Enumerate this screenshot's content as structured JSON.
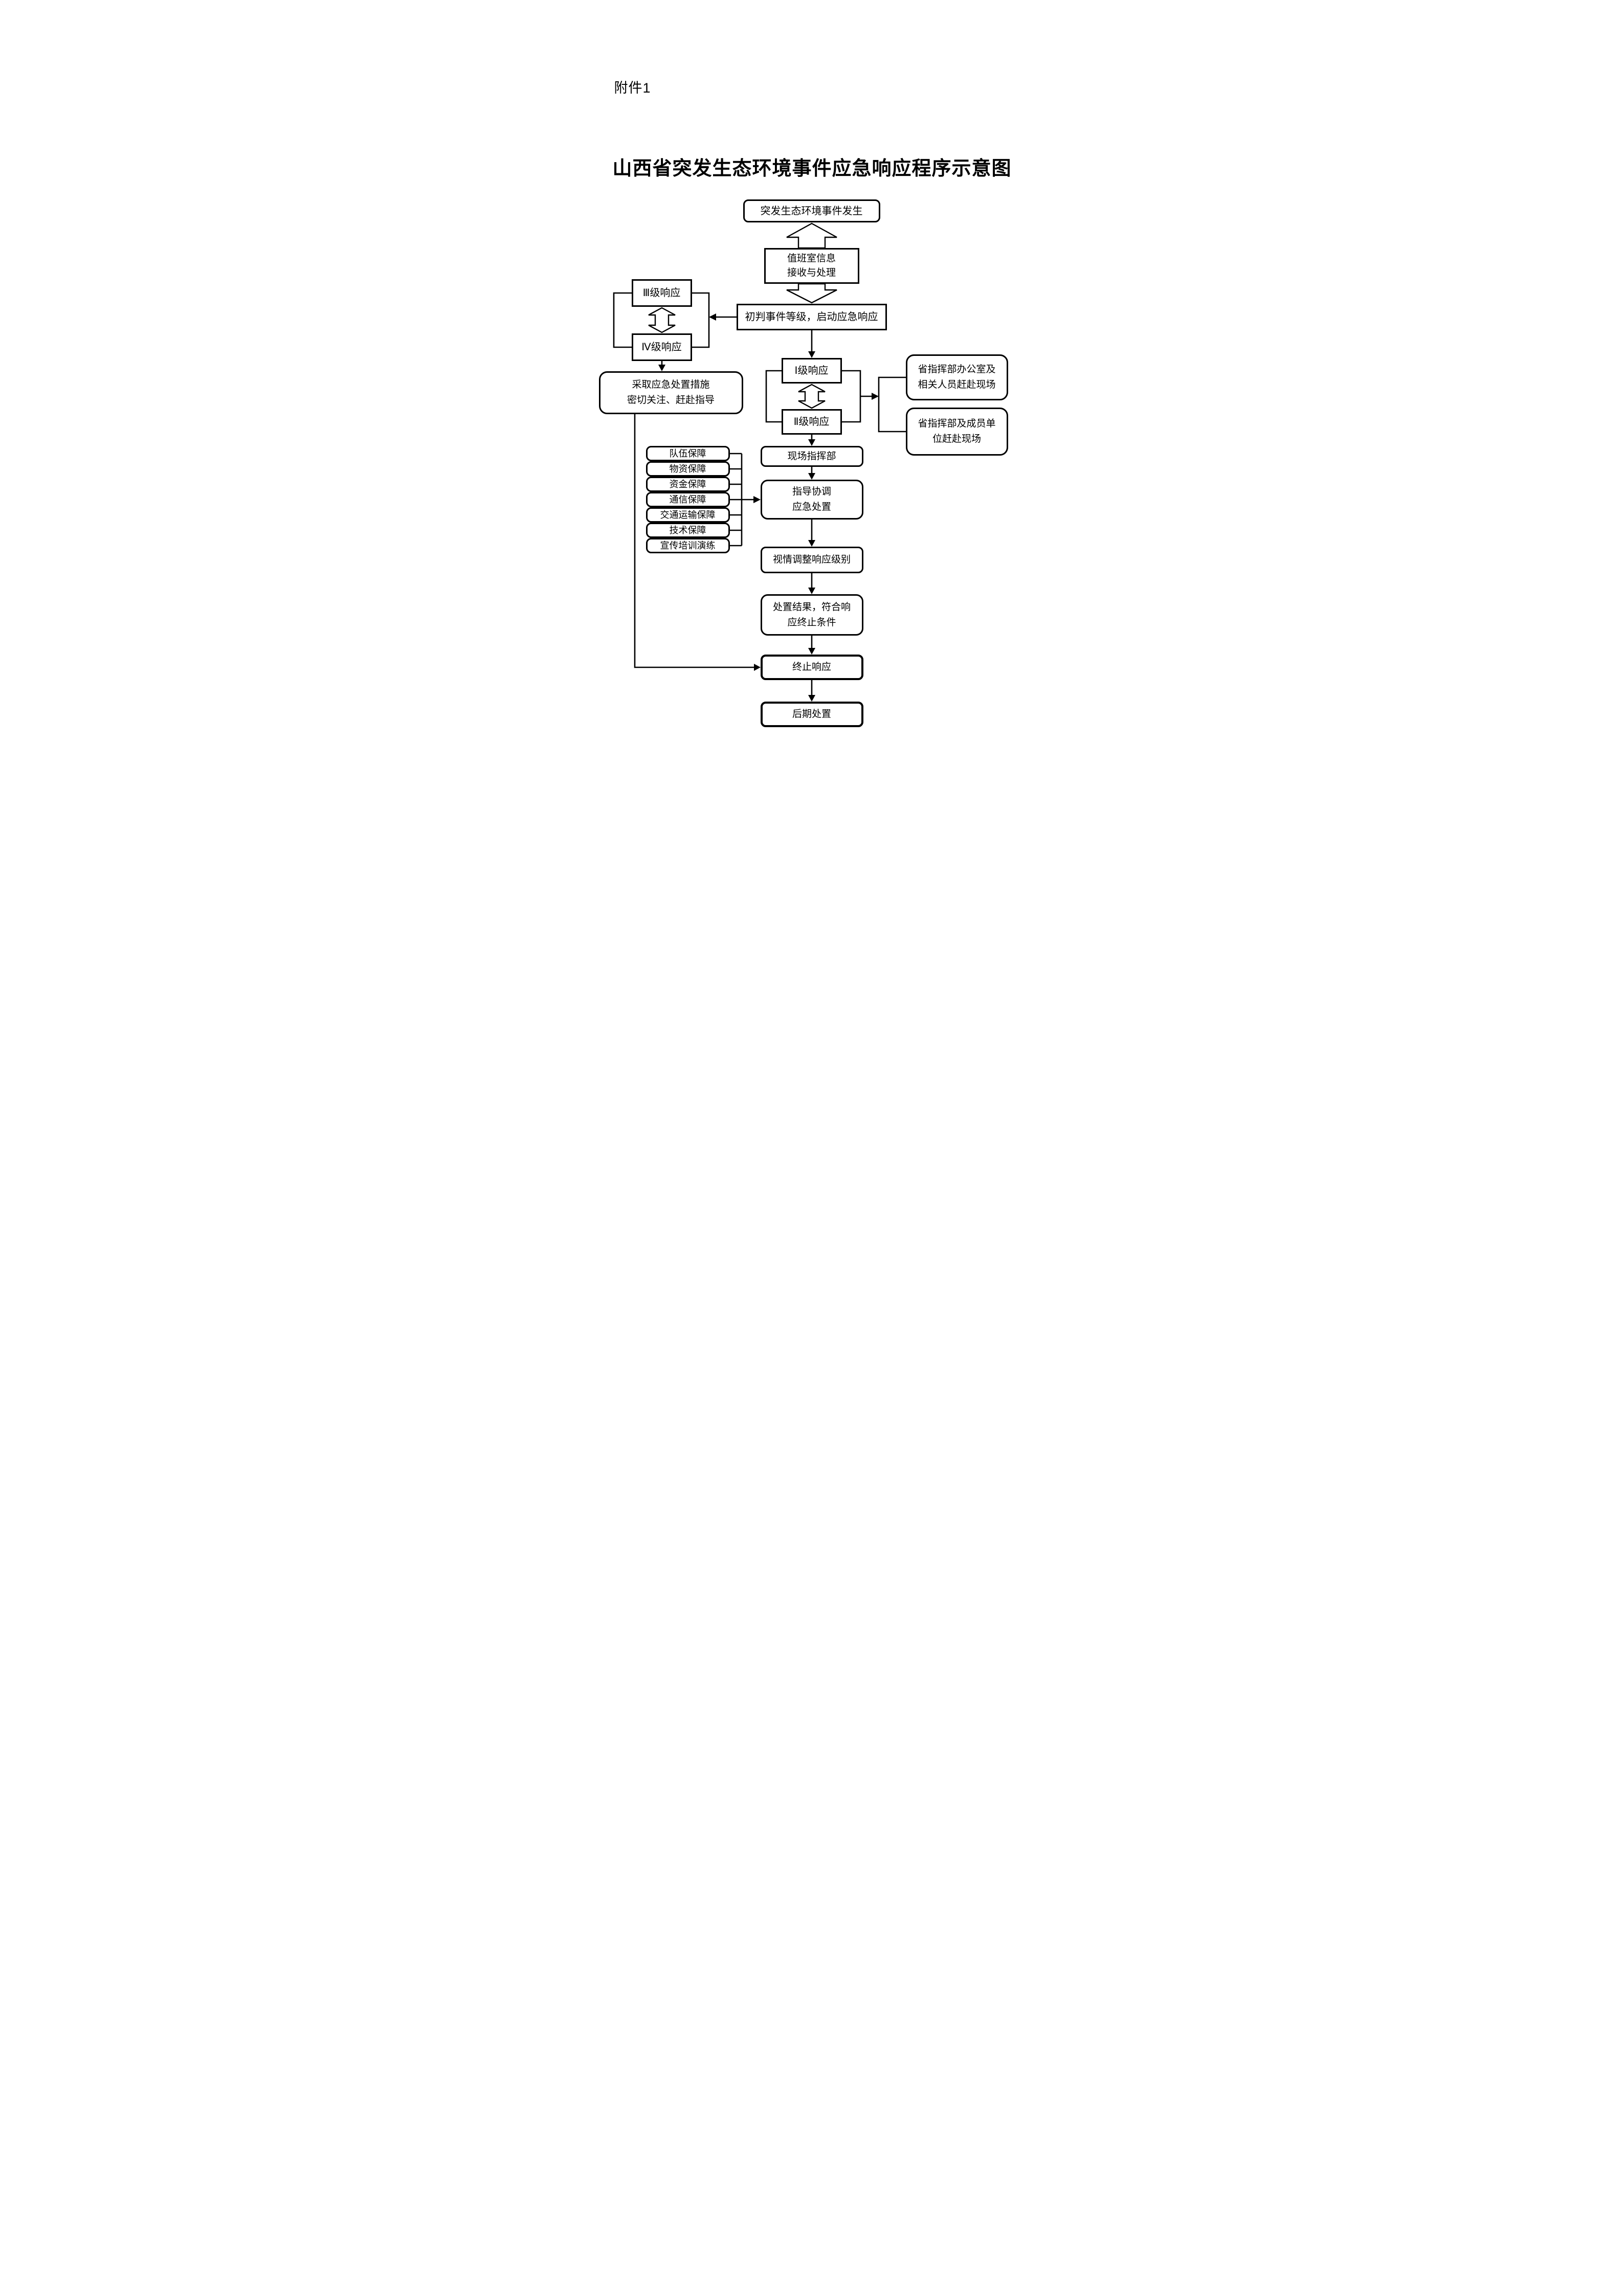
{
  "page": {
    "attachment_label": "附件1",
    "title": "山西省突发生态环境事件应急响应程序示意图",
    "background_color": "#ffffff",
    "line_color": "#000000"
  },
  "flowchart": {
    "event_box": "突发生态环境事件发生",
    "duty_room": {
      "line1": "值班室信息",
      "line2": "接收与处理"
    },
    "initial_judgement": "初判事件等级，启动应急响应",
    "level_iii": "Ⅲ级响应",
    "level_iv": "Ⅳ级响应",
    "take_measures": {
      "line1": "采取应急处置措施",
      "line2": "密切关注、赶赴指导"
    },
    "level_i": "Ⅰ级响应",
    "level_ii": "Ⅱ级响应",
    "hq_office": {
      "line1": "省指挥部办公室及",
      "line2": "相关人员赶赴现场"
    },
    "hq_members": {
      "line1": "省指挥部及成员单",
      "line2": "位赶赴现场"
    },
    "onsite_hq": "现场指挥部",
    "guide_coordinate": {
      "line1": "指导协调",
      "line2": "应急处置"
    },
    "adjust_level": "视情调整响应级别",
    "disposal_result": {
      "line1": "处置结果，符合响",
      "line2": "应终止条件"
    },
    "terminate_response": "终止响应",
    "post_disposal": "后期处置",
    "supports": [
      "队伍保障",
      "物资保障",
      "资金保障",
      "通信保障",
      "交通运输保障",
      "技术保障",
      "宣传培训演练"
    ]
  }
}
